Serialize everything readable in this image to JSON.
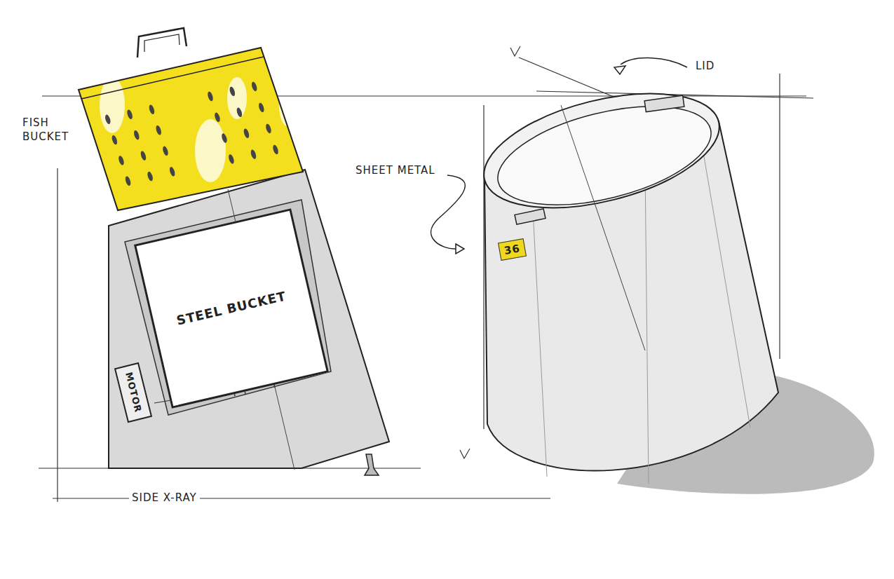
{
  "diagram": {
    "nodes": [
      {
        "text": [
          "STEEL BUCKET"
        ]
      },
      {
        "text": [
          "MOTOR"
        ]
      },
      {
        "text": [
          "36"
        ]
      }
    ],
    "edges": [],
    "labels": [
      "FISH BUCKET",
      "SIDE X-RAY",
      "LID",
      "SHEET METAL"
    ]
  }
}
